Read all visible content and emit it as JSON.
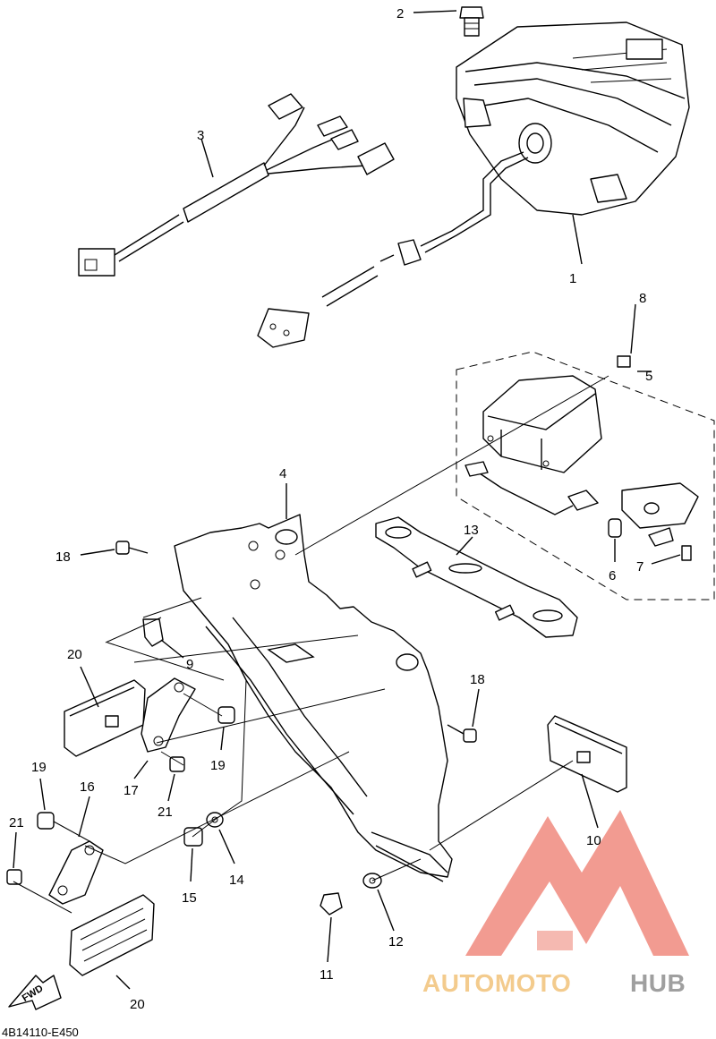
{
  "diagram_code": "4B14110-E450",
  "fwd_label": "FWD",
  "callouts": [
    {
      "id": "c1",
      "label": "1"
    },
    {
      "id": "c2",
      "label": "2"
    },
    {
      "id": "c3",
      "label": "3"
    },
    {
      "id": "c4",
      "label": "4"
    },
    {
      "id": "c5",
      "label": "5"
    },
    {
      "id": "c6",
      "label": "6"
    },
    {
      "id": "c7",
      "label": "7"
    },
    {
      "id": "c8",
      "label": "8"
    },
    {
      "id": "c9",
      "label": "9"
    },
    {
      "id": "c10",
      "label": "10"
    },
    {
      "id": "c11",
      "label": "11"
    },
    {
      "id": "c12",
      "label": "12"
    },
    {
      "id": "c13",
      "label": "13"
    },
    {
      "id": "c14",
      "label": "14"
    },
    {
      "id": "c15",
      "label": "15"
    },
    {
      "id": "c16",
      "label": "16"
    },
    {
      "id": "c17",
      "label": "17"
    },
    {
      "id": "c18a",
      "label": "18"
    },
    {
      "id": "c18b",
      "label": "18"
    },
    {
      "id": "c19a",
      "label": "19"
    },
    {
      "id": "c19b",
      "label": "19"
    },
    {
      "id": "c20a",
      "label": "20"
    },
    {
      "id": "c20b",
      "label": "20"
    },
    {
      "id": "c21a",
      "label": "21"
    },
    {
      "id": "c21b",
      "label": "21"
    }
  ],
  "watermark": {
    "part1": "AUTOMOTO",
    "part2": "HUB",
    "color_primary": "#f08a7e",
    "color_secondary": "#f2c27a",
    "color_tertiary": "#8f8f8f"
  }
}
